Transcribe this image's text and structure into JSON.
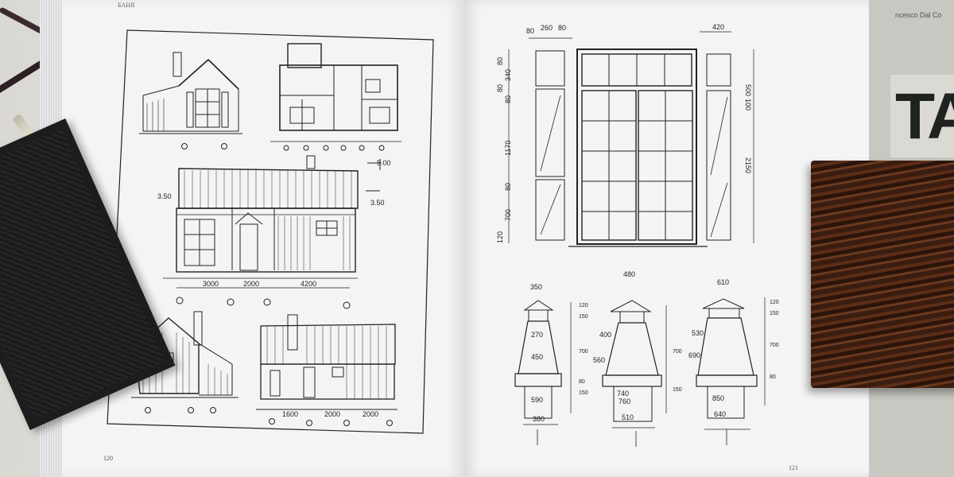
{
  "book": {
    "running_head": "БАНЯ",
    "left_page_number": "120",
    "right_page_number": "121",
    "back_book_author": "ncesco Dal Co",
    "back_book_mark": "TA"
  },
  "left_page": {
    "elevation_dims": [
      "3000",
      "2000",
      "4200"
    ],
    "height_marks": [
      "5.00",
      "3.50",
      "3.50"
    ],
    "lower_dims": [
      "1600",
      "2000",
      "2000"
    ]
  },
  "right_page": {
    "window": {
      "top_dims": [
        "80",
        "260",
        "80",
        "420"
      ],
      "left_dims": [
        "80",
        "340",
        "80",
        "80",
        "1170",
        "80",
        "700",
        "120"
      ],
      "right_dims": [
        "500",
        "100",
        "2150"
      ]
    },
    "chimneys": [
      {
        "top": "350",
        "mid": "270",
        "lower": "450",
        "base": "590",
        "foot": "380",
        "heights": [
          "120",
          "150",
          "700",
          "80",
          "150"
        ]
      },
      {
        "top": "480",
        "left": "400",
        "mid": "560",
        "lower": "740",
        "base": "760",
        "foot": "510",
        "heights": [
          "700",
          "150"
        ]
      },
      {
        "top": "610",
        "left": "530",
        "mid": "690",
        "base": "850",
        "foot": "640",
        "heights": [
          "120",
          "150",
          "700",
          "80"
        ]
      }
    ]
  }
}
